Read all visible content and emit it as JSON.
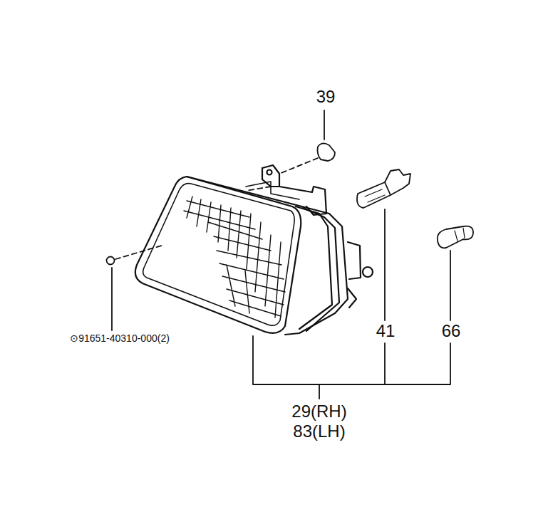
{
  "diagram": {
    "labels": [
      "39",
      "41",
      "66",
      "29(RH)",
      "83(LH)",
      "⊙91651-40310-000(2)"
    ]
  }
}
